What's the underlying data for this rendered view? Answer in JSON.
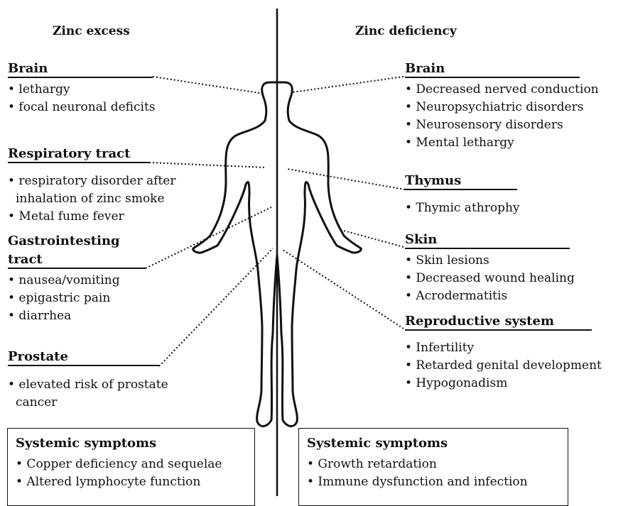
{
  "left_column": {
    "title": "Zinc excess",
    "sections": [
      {
        "heading": "Brain",
        "items": [
          "• lethargy",
          "• focal neuronal deficits"
        ]
      },
      {
        "heading": "Respiratory tract",
        "items": [
          "• respiratory disorder after",
          "inhalation of zinc smoke",
          "• Metal fume fever"
        ]
      },
      {
        "heading_line1": "Gastrointesting",
        "heading_line2": "tract",
        "items": [
          "• nausea/vomiting",
          "• epigastric pain",
          "• diarrhea"
        ]
      },
      {
        "heading": "Prostate",
        "items": [
          "• elevated risk of prostate",
          "cancer"
        ]
      }
    ],
    "systemic": {
      "title": "Systemic symptoms",
      "items": [
        "• Copper deficiency and sequelae",
        "• Altered lymphocyte function"
      ]
    }
  },
  "right_column": {
    "title": "Zinc deficiency",
    "sections": [
      {
        "heading": "Brain",
        "items": [
          "• Decreased nerved conduction",
          "• Neuropsychiatric disorders",
          "• Neurosensory disorders",
          "• Mental lethargy"
        ]
      },
      {
        "heading": "Thymus",
        "items": [
          "• Thymic athrophy"
        ]
      },
      {
        "heading": "Skin",
        "items": [
          "• Skin lesions",
          "• Decreased wound healing",
          "• Acrodermatitis"
        ]
      },
      {
        "heading": "Reproductive system",
        "items": [
          "• Infertility",
          "• Retarded genital development",
          "• Hypogonadism"
        ]
      }
    ],
    "systemic": {
      "title": "Systemic symptoms",
      "items": [
        "• Growth retardation",
        "• Immune dysfunction and infection"
      ]
    }
  },
  "icons": {
    "figure": "human-body-outline-icon"
  }
}
